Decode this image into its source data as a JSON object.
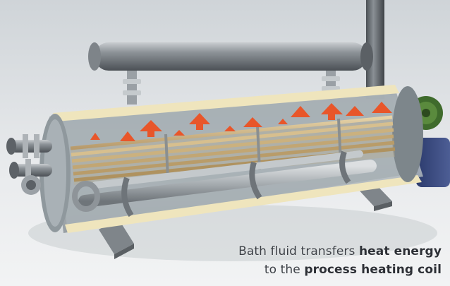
{
  "caption": {
    "line1_text": "Bath fluid transfers ",
    "line1_bold": "heat energy",
    "line2_text": "to the ",
    "line2_bold": "process heating coil"
  },
  "colors": {
    "background": "#e8eaec",
    "heat_arrow": "#e8562a",
    "shell": "#b9c1c6",
    "bath_fluid_band": "#efe5bd",
    "caption_text": "#3c4046"
  }
}
